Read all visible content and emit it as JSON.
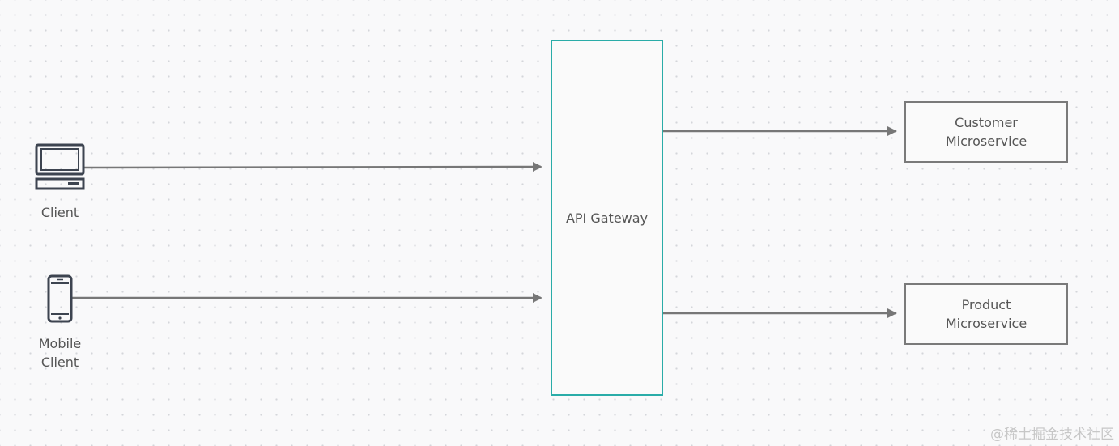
{
  "diagram": {
    "clients": [
      {
        "id": "client",
        "label": "Client",
        "icon": "laptop-icon"
      },
      {
        "id": "mobile-client",
        "label": "Mobile\nClient",
        "icon": "mobile-phone-icon"
      }
    ],
    "gateway": {
      "label": "API Gateway",
      "border_color": "#2aaca8"
    },
    "services": [
      {
        "id": "customer",
        "label": "Customer\nMicroservice"
      },
      {
        "id": "product",
        "label": "Product\nMicroservice"
      }
    ],
    "edges": [
      {
        "from": "Client",
        "to": "API Gateway"
      },
      {
        "from": "Mobile Client",
        "to": "API Gateway"
      },
      {
        "from": "API Gateway",
        "to": "Customer Microservice"
      },
      {
        "from": "API Gateway",
        "to": "Product Microservice"
      }
    ],
    "colors": {
      "edge": "#777777",
      "box_border": "#7a7a7a",
      "icon": "#3d4450"
    }
  },
  "watermark": "@稀土掘金技术社区"
}
